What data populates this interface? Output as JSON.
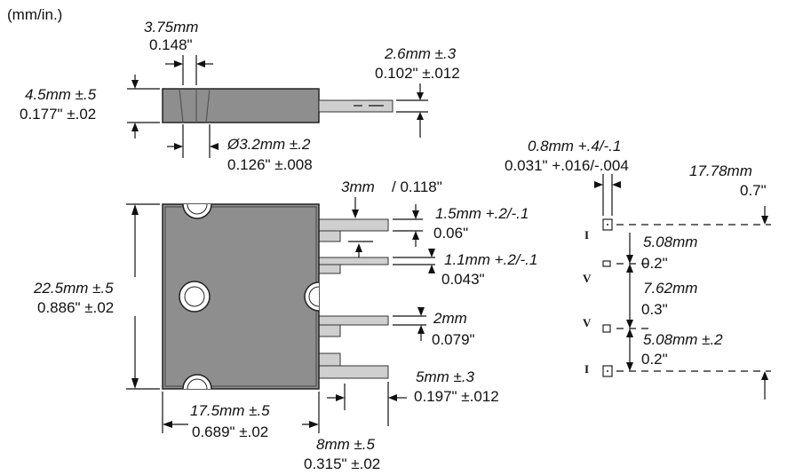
{
  "units": "(mm/in.)",
  "top_view": {
    "width_mm": "3.75mm",
    "width_in": "0.148\"",
    "height_mm": "4.5mm ±.5",
    "height_in": "0.177\" ±.02",
    "lead_mm": "2.6mm ±.3",
    "lead_in": "0.102\" ±.012",
    "hole_mm": "Ø3.2mm ±.2",
    "hole_in": "0.126\" ±.008"
  },
  "front_view": {
    "height_mm": "22.5mm ±.5",
    "height_in": "0.886\" ±.02",
    "width_mm": "17.5mm ±.5",
    "width_in": "0.689\" ±.02",
    "lead_len_mm": "8mm ±.5",
    "lead_len_in": "0.315\" ±.02",
    "lead_tip_mm": "5mm ±.3",
    "lead_tip_in": "0.197\" ±.012",
    "lead_width_mm": "3mm",
    "lead_width_in": "/ 0.118\"",
    "lead_w1_mm": "1.5mm +.2/-.1",
    "lead_w1_in": "0.06\"",
    "lead_w2_mm": "1.1mm +.2/-.1",
    "lead_w2_in": "0.043\"",
    "lead_w3_mm": "2mm",
    "lead_w3_in": "0.079\""
  },
  "pin_view": {
    "pin_width_mm": "0.8mm +.4/-.1",
    "pin_width_in": "0.031\" +.016/-.004",
    "total_mm": "17.78mm",
    "total_in": "0.7\"",
    "spacing1_mm": "5.08mm",
    "spacing1_in": "0.2\"",
    "spacing2_mm": "7.62mm",
    "spacing2_in": "0.3\"",
    "spacing3_mm": "5.08mm ±.2",
    "spacing3_in": "0.2\"",
    "pin_labels": [
      "I",
      "V",
      "V",
      "I"
    ]
  }
}
